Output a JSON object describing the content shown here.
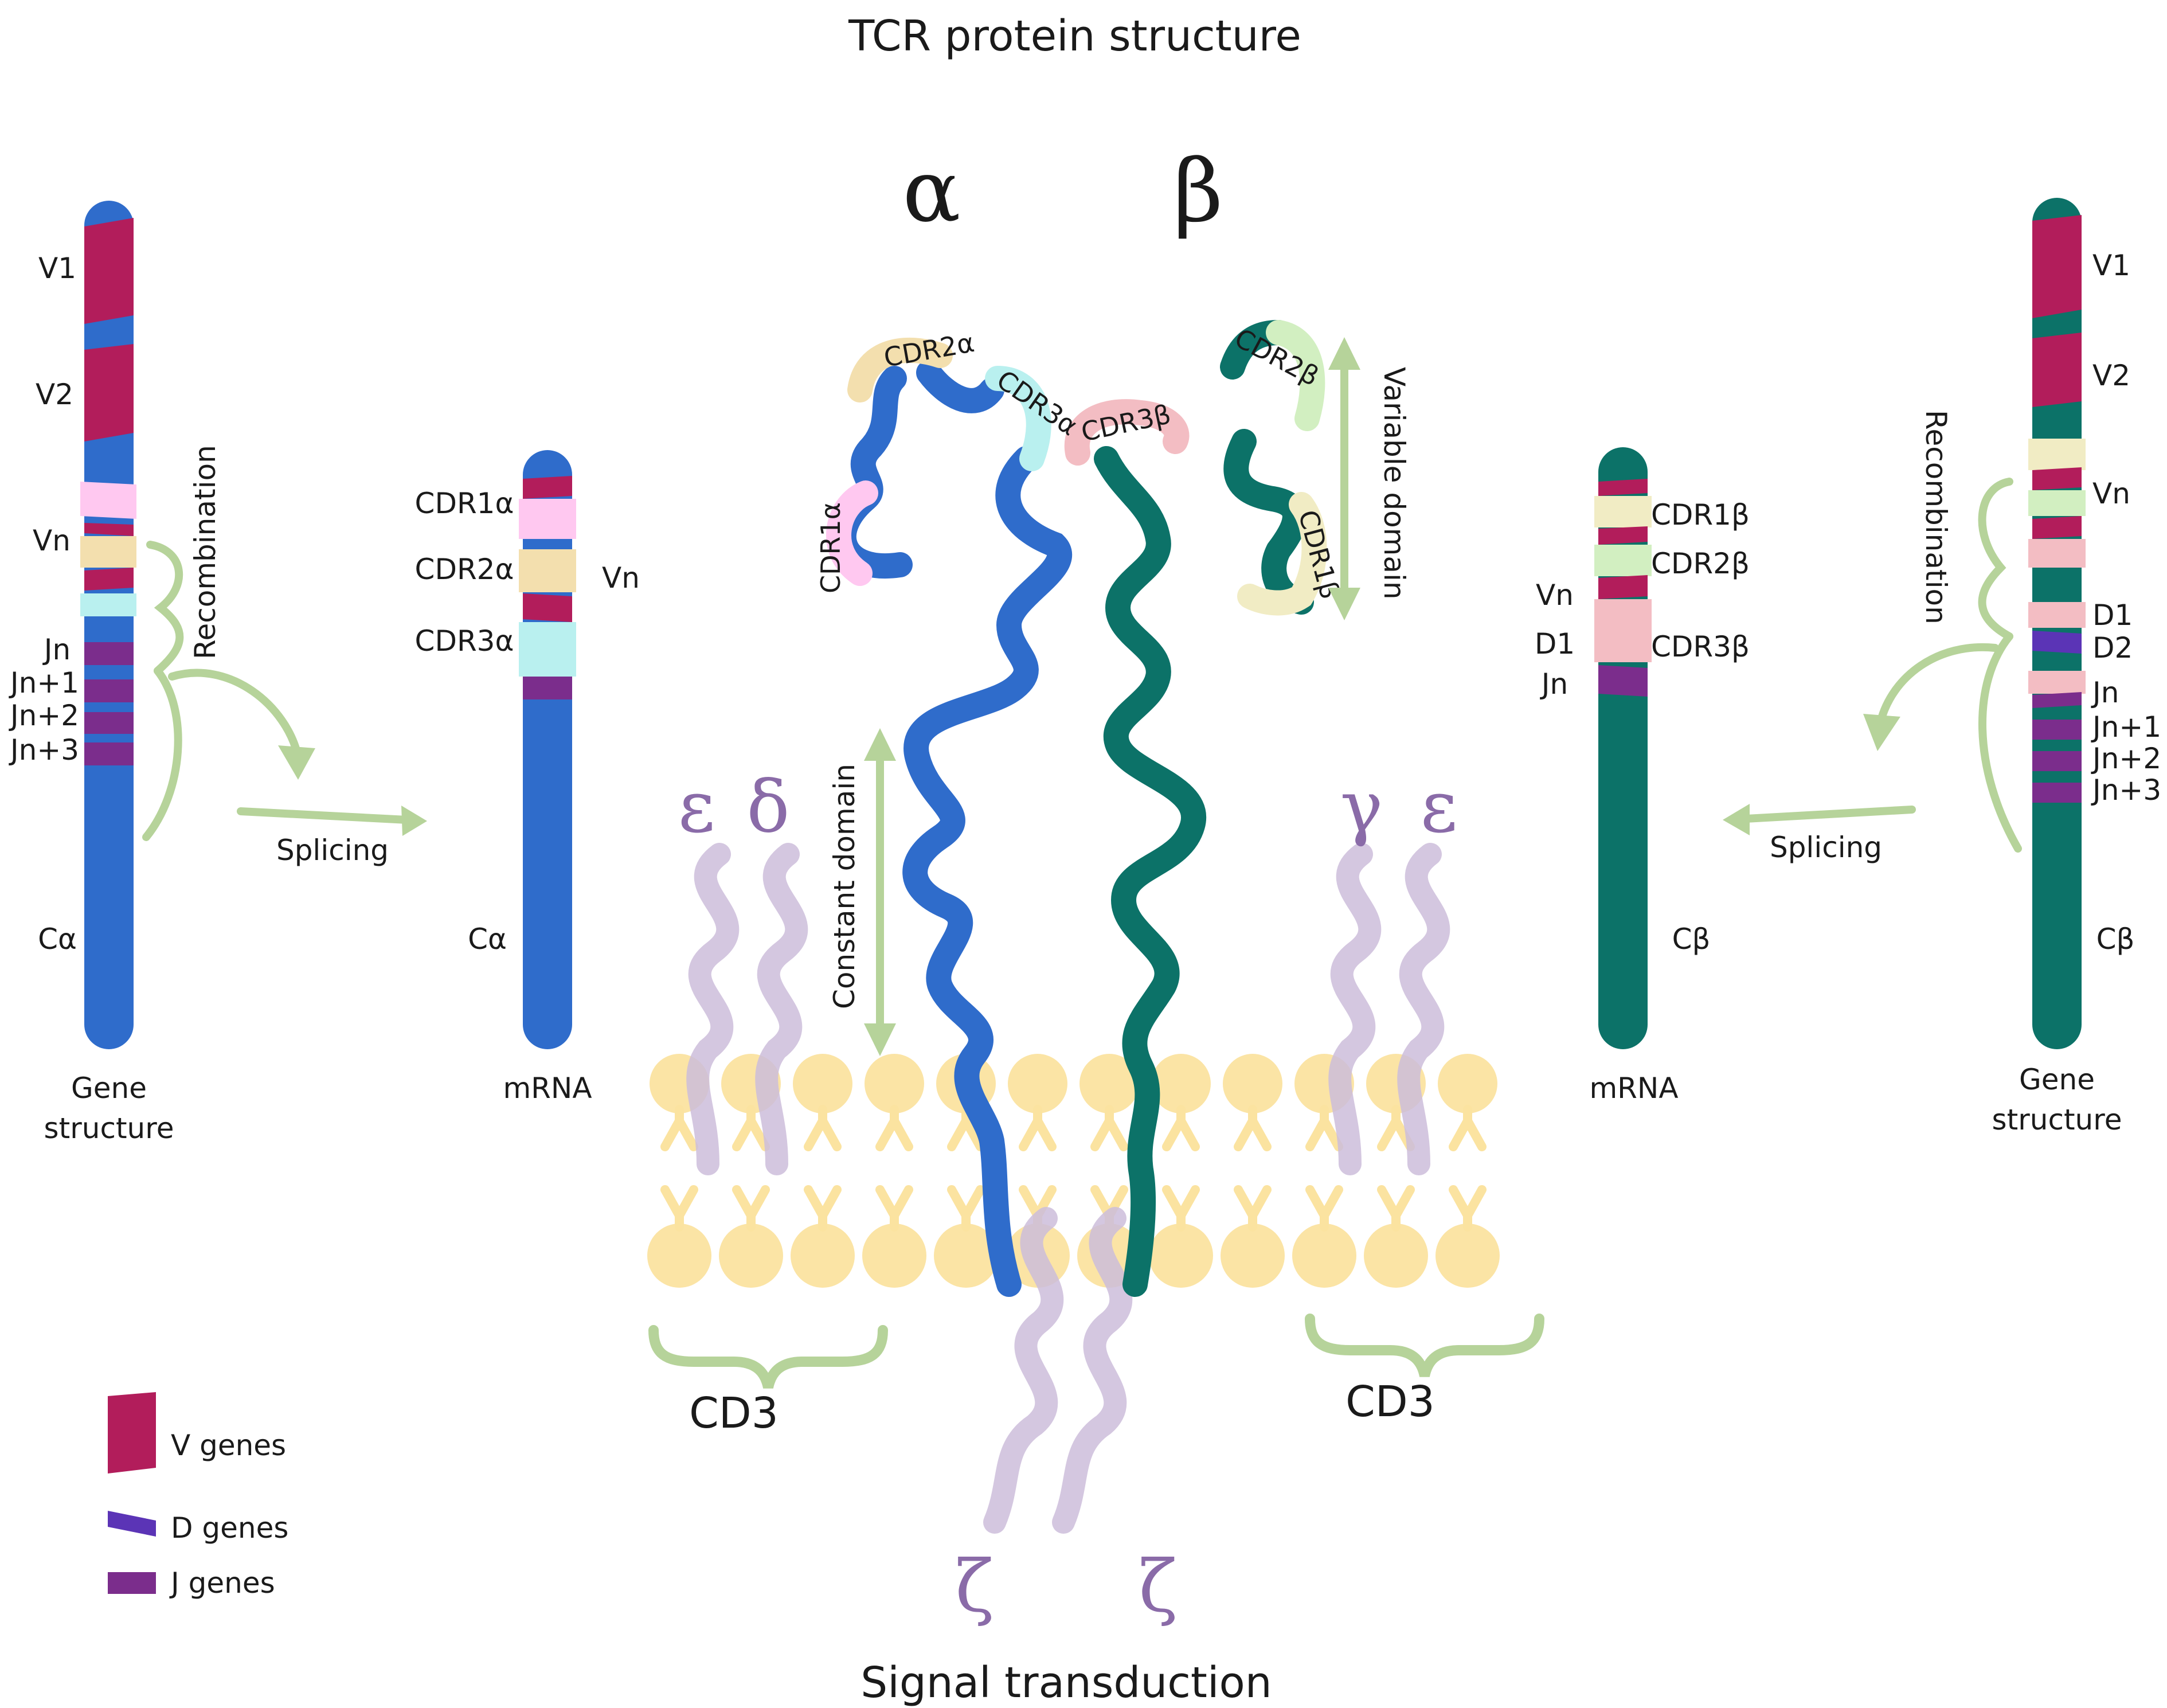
{
  "title": "TCR protein structure",
  "footer": "Signal transduction",
  "chains": {
    "alpha_symbol": "α",
    "beta_symbol": "β"
  },
  "colors": {
    "alpha_chain": "#2f6ccb",
    "beta_chain": "#0c7268",
    "v_gene": "#b21d5b",
    "d_gene": "#5b34b6",
    "j_gene": "#7b2d8c",
    "cdr1_alpha": "#ffc8f0",
    "cdr2_alpha": "#f3dfae",
    "cdr3_alpha": "#b9f0ef",
    "cdr1_beta": "#f1ecc4",
    "cdr2_beta": "#d2efc1",
    "cdr3_beta": "#f3bdc3",
    "arrows": "#b6d39a",
    "cd3_subunits": "#cdbedb",
    "membrane": "#fbe3a0"
  },
  "left_gene": {
    "segments": [
      "V1",
      "V2",
      "Vn",
      "Jn",
      "Jn+1",
      "Jn+2",
      "Jn+3",
      "Cα"
    ],
    "caption": [
      "Gene",
      "structure"
    ],
    "recombination": "Recombination",
    "splicing": "Splicing"
  },
  "left_mrna": {
    "cdr_labels": [
      "CDR1α",
      "CDR2α",
      "CDR3α"
    ],
    "vn": "Vn",
    "constant": "Cα",
    "caption": "mRNA"
  },
  "right_mrna": {
    "cdr_labels": [
      "CDR1β",
      "CDR2β",
      "CDR3β"
    ],
    "segments": [
      "Vn",
      "D1",
      "Jn"
    ],
    "constant": "Cβ",
    "caption": "mRNA"
  },
  "right_gene": {
    "segments": [
      "V1",
      "V2",
      "Vn",
      "D1",
      "D2",
      "Jn",
      "Jn+1",
      "Jn+2",
      "Jn+3",
      "Cβ"
    ],
    "caption": [
      "Gene",
      "structure"
    ],
    "recombination": "Recombination",
    "splicing": "Splicing"
  },
  "protein": {
    "cdr_alpha": [
      "CDR1α",
      "CDR2α",
      "CDR3α"
    ],
    "cdr_beta": [
      "CDR1β",
      "CDR2β",
      "CDR3β"
    ],
    "variable_domain": "Variable domain",
    "constant_domain": "Constant domain"
  },
  "cd3": {
    "left_subunits": [
      "ε",
      "δ"
    ],
    "right_subunits": [
      "γ",
      "ε"
    ],
    "label_left": "CD3",
    "label_right": "CD3",
    "zeta": [
      "ζ",
      "ζ"
    ]
  },
  "legend": [
    {
      "label": "V genes",
      "color": "#b21d5b",
      "icon": "v-gene-swatch"
    },
    {
      "label": "D genes",
      "color": "#5b34b6",
      "icon": "d-gene-swatch"
    },
    {
      "label": "J genes",
      "color": "#7b2d8c",
      "icon": "j-gene-swatch"
    }
  ]
}
